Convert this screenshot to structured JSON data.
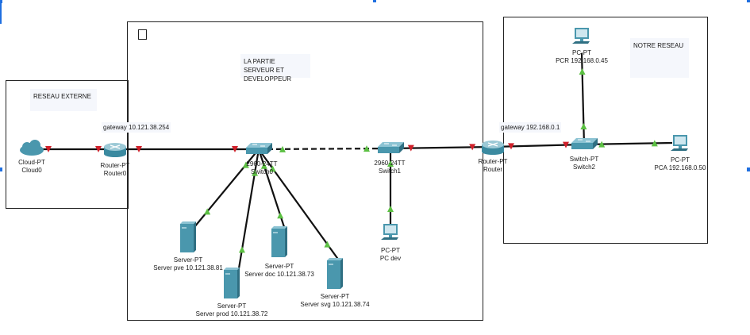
{
  "areas": [
    {
      "id": "external",
      "note": "RESEAU EXTERNE"
    },
    {
      "id": "server-dev",
      "note_lines": [
        "LA PARTIE SERVEUR ET",
        "DEVELOPPEUR"
      ]
    },
    {
      "id": "our-network",
      "note": "NOTRE RESEAU"
    }
  ],
  "gateways": {
    "router0": "gateway 10.121.38.254",
    "router": "gateway 192.168.0.1"
  },
  "devices": {
    "cloud0": {
      "type": "Cloud-PT",
      "name": "Cloud0"
    },
    "router0": {
      "type": "Router-PT",
      "name": "Router0"
    },
    "switch0": {
      "type": "2960-24TT",
      "name": "Switch0"
    },
    "switch1": {
      "type": "2960-24TT",
      "name": "Switch1"
    },
    "router": {
      "type": "Router-PT",
      "name": "Router"
    },
    "switch2": {
      "type": "Switch-PT",
      "name": "Switch2"
    },
    "pcr": {
      "type": "PC-PT",
      "name": "PCR 192.168.0.45"
    },
    "pca": {
      "type": "PC-PT",
      "name": "PCA 192.168.0.50"
    },
    "pcdev": {
      "type": "PC-PT",
      "name": "PC dev"
    },
    "srv_pve": {
      "type": "Server-PT",
      "name": "Server pve 10.121.38.81"
    },
    "srv_prod": {
      "type": "Server-PT",
      "name": "Server prod 10.121.38.72"
    },
    "srv_doc": {
      "type": "Server-PT",
      "name": "Server doc 10.121.38.73"
    },
    "srv_svg": {
      "type": "Server-PT",
      "name": "Server svg 10.121.38.74"
    }
  },
  "links": [
    {
      "from": "cloud0",
      "to": "router0",
      "status": [
        "down",
        "down"
      ],
      "style": "solid"
    },
    {
      "from": "router0",
      "to": "switch0",
      "status": [
        "down",
        "down"
      ],
      "style": "solid"
    },
    {
      "from": "switch0",
      "to": "switch1",
      "status": [
        "up",
        "up"
      ],
      "style": "dashed"
    },
    {
      "from": "switch1",
      "to": "router",
      "status": [
        "down",
        "down"
      ],
      "style": "solid"
    },
    {
      "from": "router",
      "to": "switch2",
      "status": [
        "down",
        "down"
      ],
      "style": "solid"
    },
    {
      "from": "switch2",
      "to": "pca",
      "status": [
        "up",
        "up"
      ],
      "style": "solid"
    },
    {
      "from": "switch2",
      "to": "pcr",
      "status": [
        "up",
        "up"
      ],
      "style": "solid"
    },
    {
      "from": "switch1",
      "to": "pcdev",
      "status": [
        "up",
        "up"
      ],
      "style": "solid"
    },
    {
      "from": "switch0",
      "to": "srv_pve",
      "status": [
        "up",
        "up"
      ],
      "style": "solid"
    },
    {
      "from": "switch0",
      "to": "srv_prod",
      "status": [
        "up",
        "up"
      ],
      "style": "solid"
    },
    {
      "from": "switch0",
      "to": "srv_doc",
      "status": [
        "up",
        "up"
      ],
      "style": "solid"
    },
    {
      "from": "switch0",
      "to": "srv_svg",
      "status": [
        "up",
        "up"
      ],
      "style": "solid"
    }
  ],
  "colors": {
    "link_down": "#d0202a",
    "link_up": "#5cc043",
    "device": "#4a97ad",
    "note_bg": "#f5f7fc",
    "selection": "#1f6fe0"
  }
}
